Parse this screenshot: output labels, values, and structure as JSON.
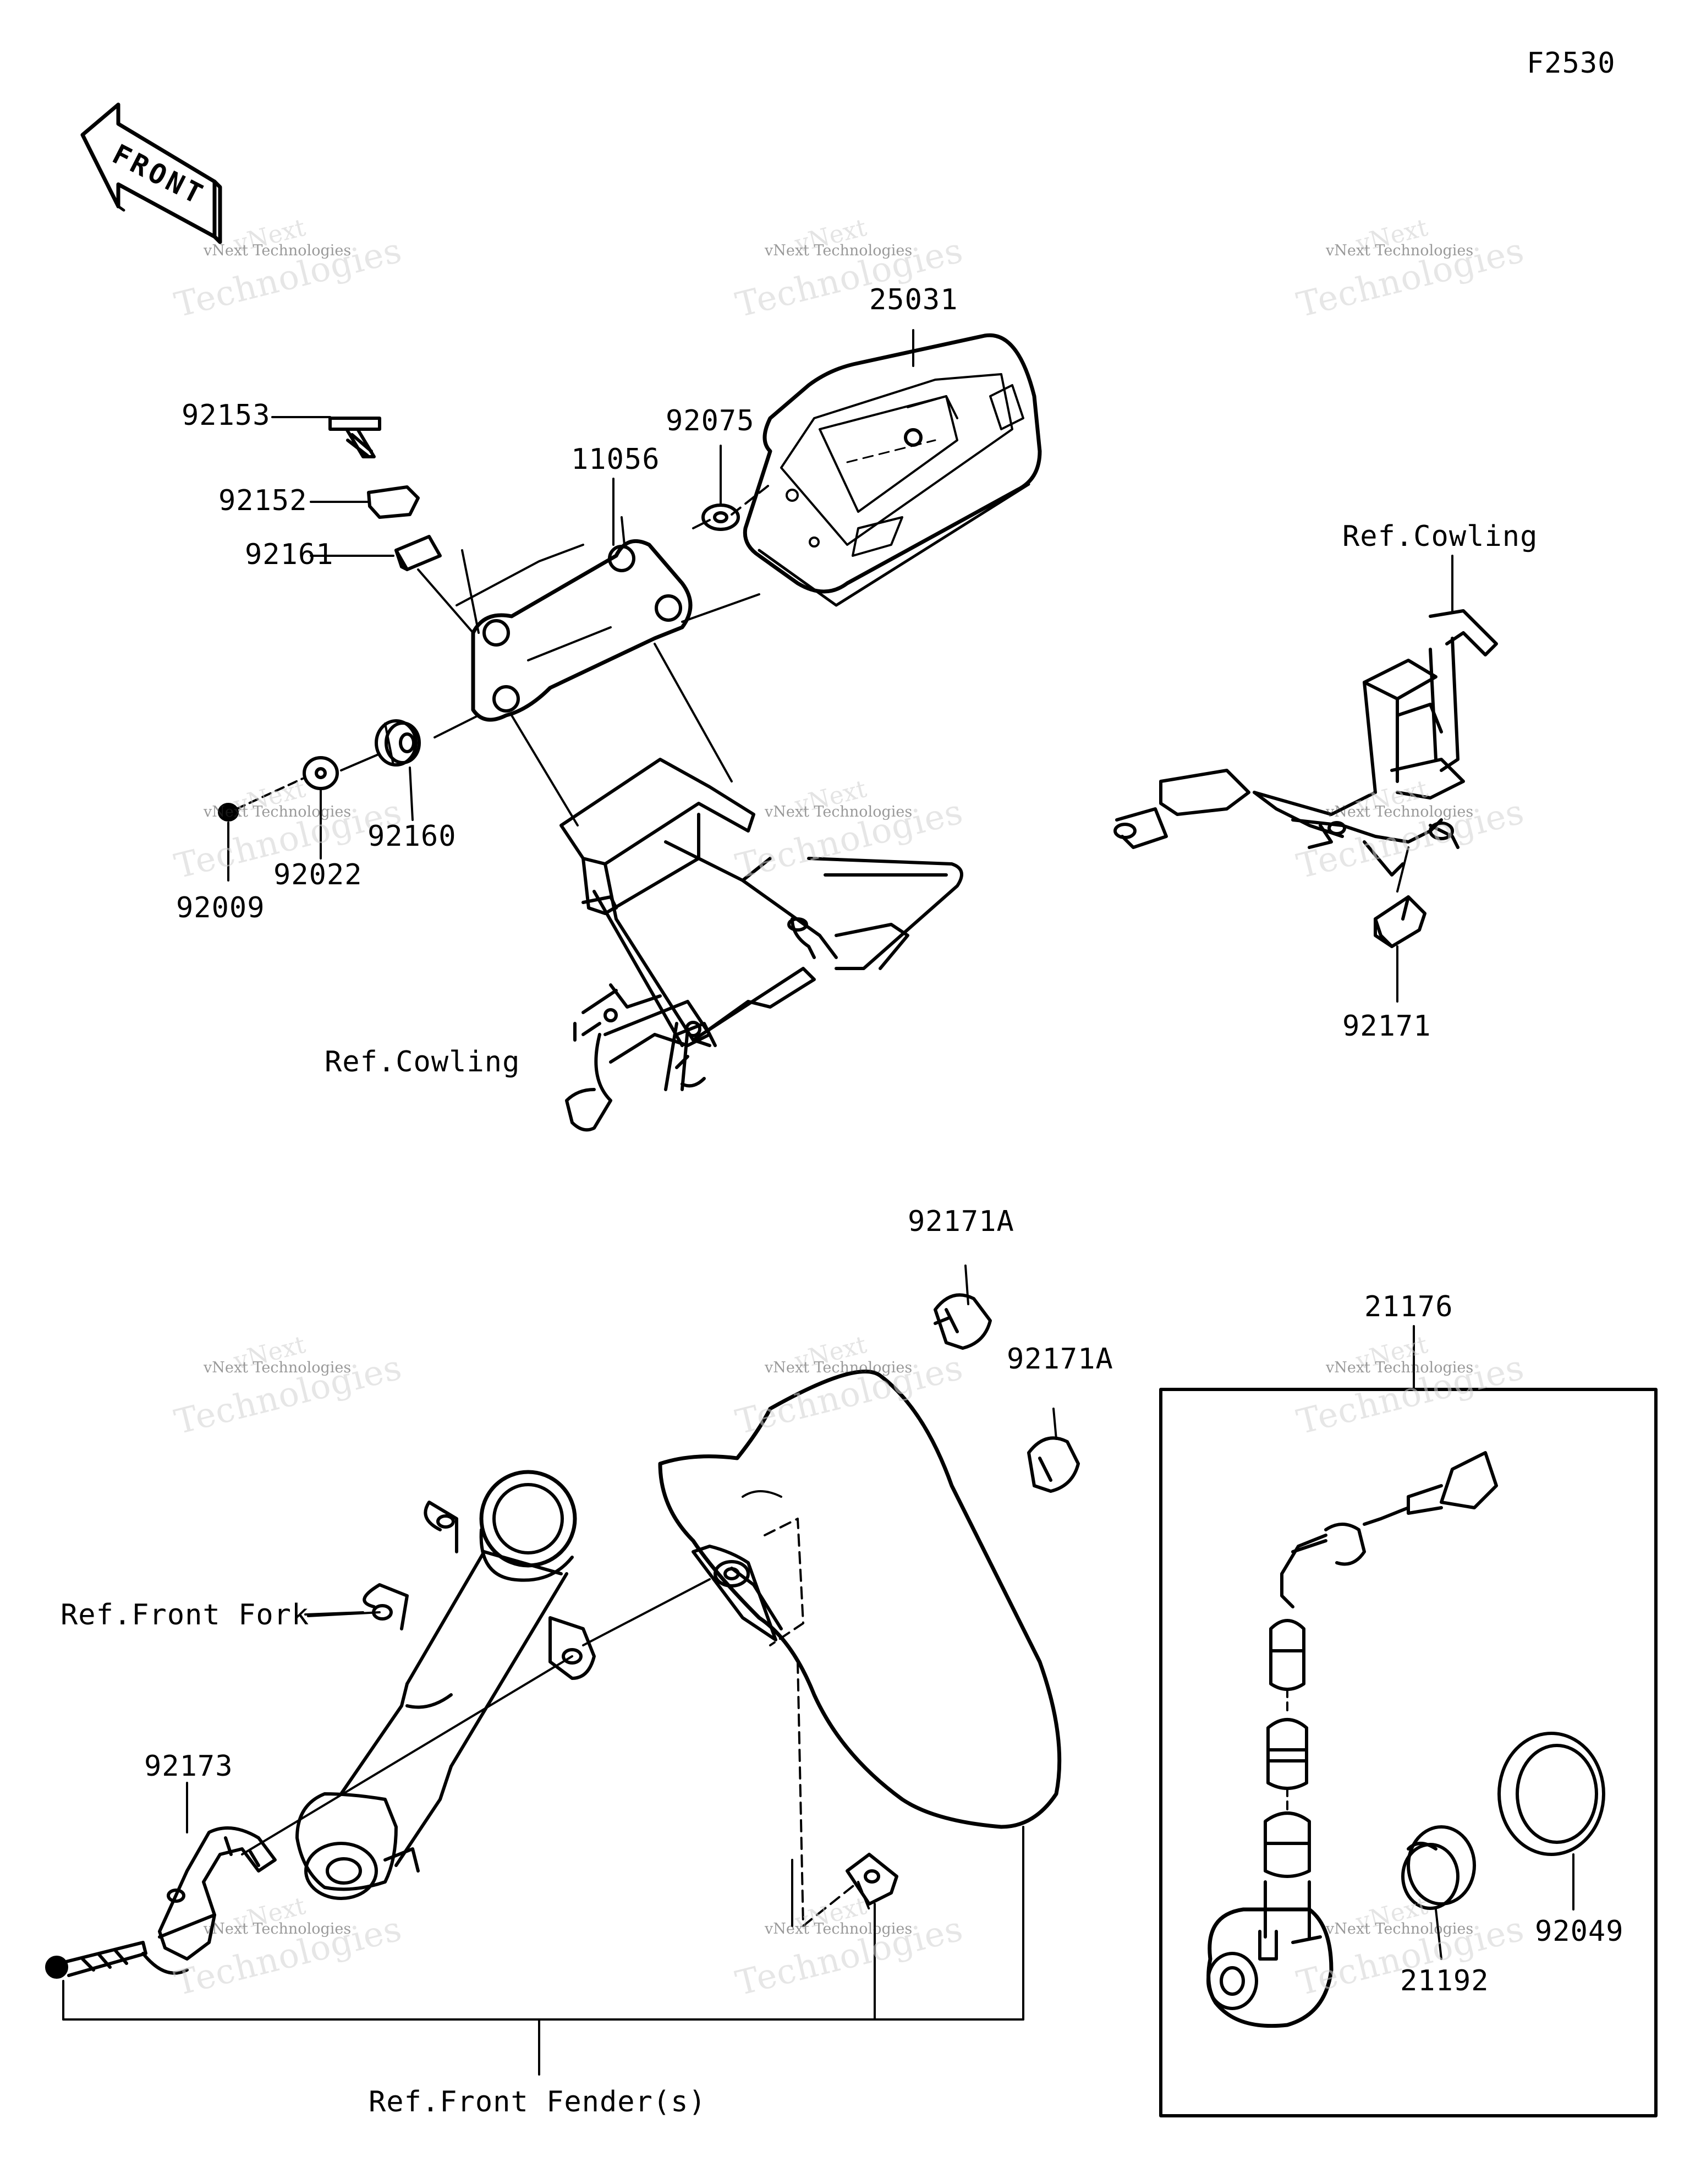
{
  "figure_code": "F2530",
  "front_arrow_text": "FRONT",
  "watermark": {
    "brand_top": "vNext",
    "brand_line": "vNext Technologies",
    "brand_big": "Technologies"
  },
  "parts": {
    "p25031": "25031",
    "p92075": "92075",
    "p11056": "11056",
    "p92153": "92153",
    "p92152": "92152",
    "p92161": "92161",
    "p92160": "92160",
    "p92022": "92022",
    "p92009": "92009",
    "p92171": "92171",
    "p92171A_1": "92171A",
    "p92171A_2": "92171A",
    "p21176": "21176",
    "p92173": "92173",
    "p92049": "92049",
    "p21192": "21192"
  },
  "references": {
    "cowling_left": "Ref.Cowling",
    "cowling_right": "Ref.Cowling",
    "front_fork": "Ref.Front Fork",
    "front_fender": "Ref.Front Fender(s)"
  }
}
